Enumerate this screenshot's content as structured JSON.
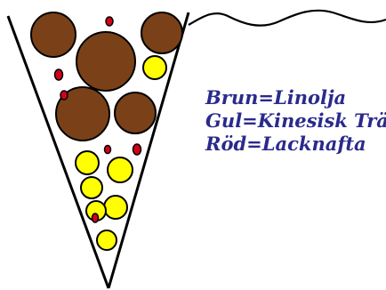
{
  "legend": [
    {
      "label": "Brun=Linolja",
      "color": "#7a4118"
    },
    {
      "label": "Gul=Kinesisk Träolja",
      "color": "#ffff00"
    },
    {
      "label": "Röd=Lacknafta",
      "color": "#d4001a"
    }
  ],
  "colors": {
    "brown": "#7a4118",
    "yellow": "#ffff00",
    "red": "#d4001a",
    "outline": "#000000",
    "text": "#2a2a8c"
  }
}
